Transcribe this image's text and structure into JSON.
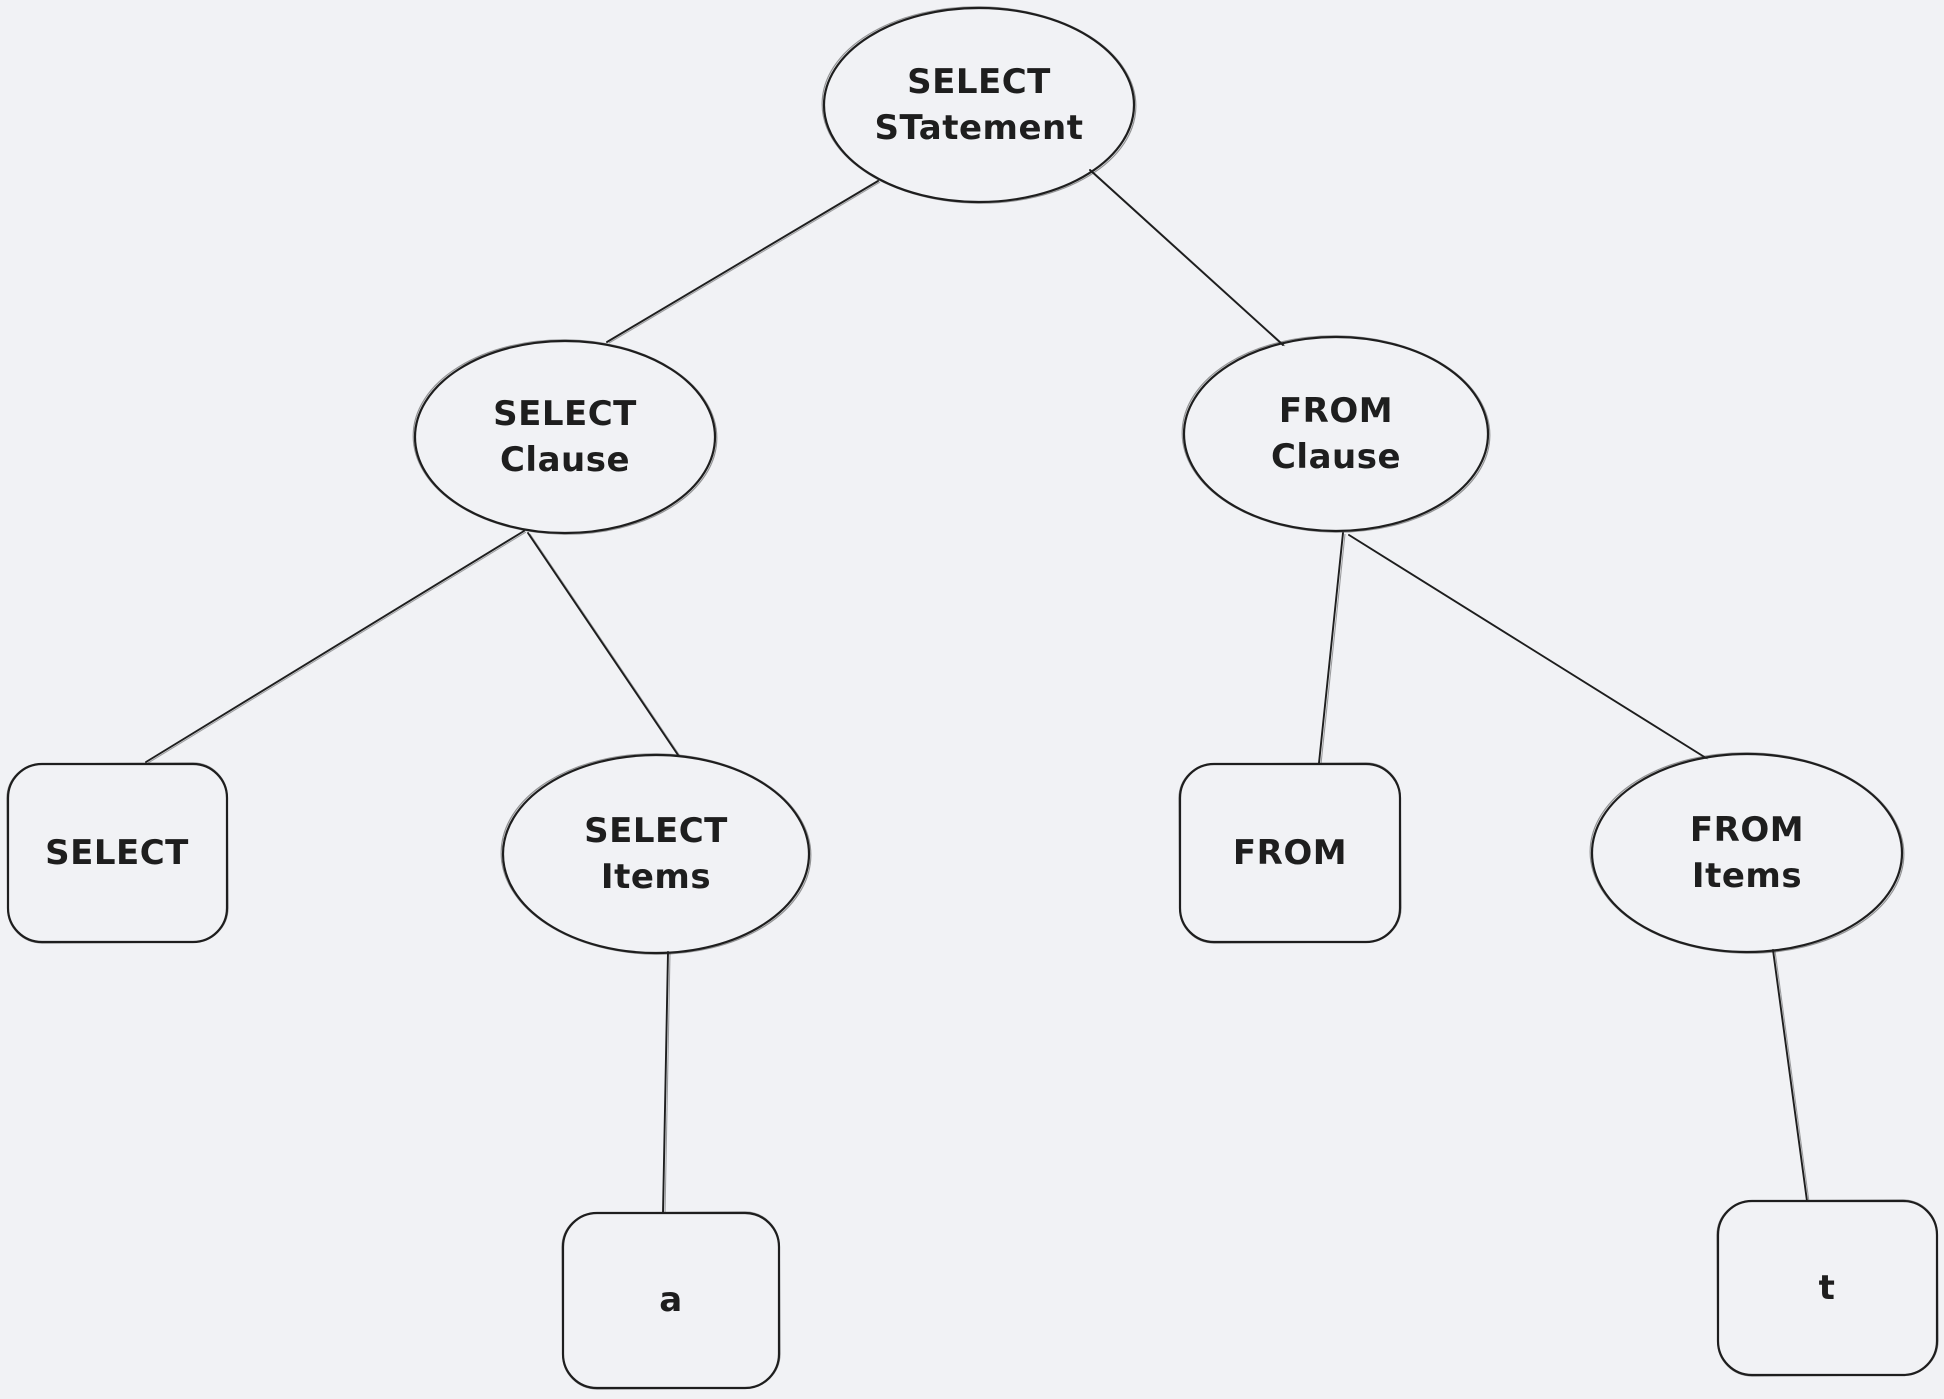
{
  "diagram": {
    "title": "SQL SELECT statement parse tree",
    "background_color": "#f1f2f5",
    "stroke_color": "#1e1e1e",
    "text_color": "#1e1e1e",
    "nodes": [
      {
        "id": "select-statement",
        "shape": "ellipse",
        "label": "SELECT\nSTatement"
      },
      {
        "id": "select-clause",
        "shape": "ellipse",
        "label": "SELECT\nClause"
      },
      {
        "id": "from-clause",
        "shape": "ellipse",
        "label": "FROM\nClause"
      },
      {
        "id": "select-keyword",
        "shape": "rounded-rect",
        "label": "SELECT"
      },
      {
        "id": "select-items",
        "shape": "ellipse",
        "label": "SELECT\nItems"
      },
      {
        "id": "from-keyword",
        "shape": "rounded-rect",
        "label": "FROM"
      },
      {
        "id": "from-items",
        "shape": "ellipse",
        "label": "FROM\nItems"
      },
      {
        "id": "leaf-a",
        "shape": "rounded-rect",
        "label": "a"
      },
      {
        "id": "leaf-t",
        "shape": "rounded-rect",
        "label": "t"
      }
    ],
    "edges": [
      {
        "from": "select-statement",
        "to": "select-clause"
      },
      {
        "from": "select-statement",
        "to": "from-clause"
      },
      {
        "from": "select-clause",
        "to": "select-keyword"
      },
      {
        "from": "select-clause",
        "to": "select-items"
      },
      {
        "from": "from-clause",
        "to": "from-keyword"
      },
      {
        "from": "from-clause",
        "to": "from-items"
      },
      {
        "from": "select-items",
        "to": "leaf-a"
      },
      {
        "from": "from-items",
        "to": "leaf-t"
      }
    ]
  }
}
